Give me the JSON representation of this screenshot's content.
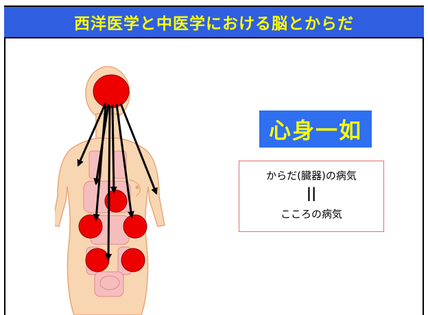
{
  "slide": {
    "title": "西洋医学と中医学における脳とからだ",
    "badge": "心身一如",
    "relation": {
      "top": "からだ(臓器)の病気",
      "symbol": "||",
      "bottom": "こころの病気"
    }
  },
  "colors": {
    "title_bar": "#2f5fe0",
    "title_text": "#ffff00",
    "badge_bg": "#2f6ff0",
    "badge_text": "#ffff00",
    "body_fill": "#f8d6b2",
    "body_outline": "#e6a67a",
    "organ_fill": "#f6bdbd",
    "node_fill": "#ee0000",
    "node_outline": "#880000",
    "arrow": "#000000",
    "box_border": "#e07070"
  },
  "diagram": {
    "figure": "human-body-silhouette",
    "head_node": "brain",
    "arrow_count": 7
  }
}
